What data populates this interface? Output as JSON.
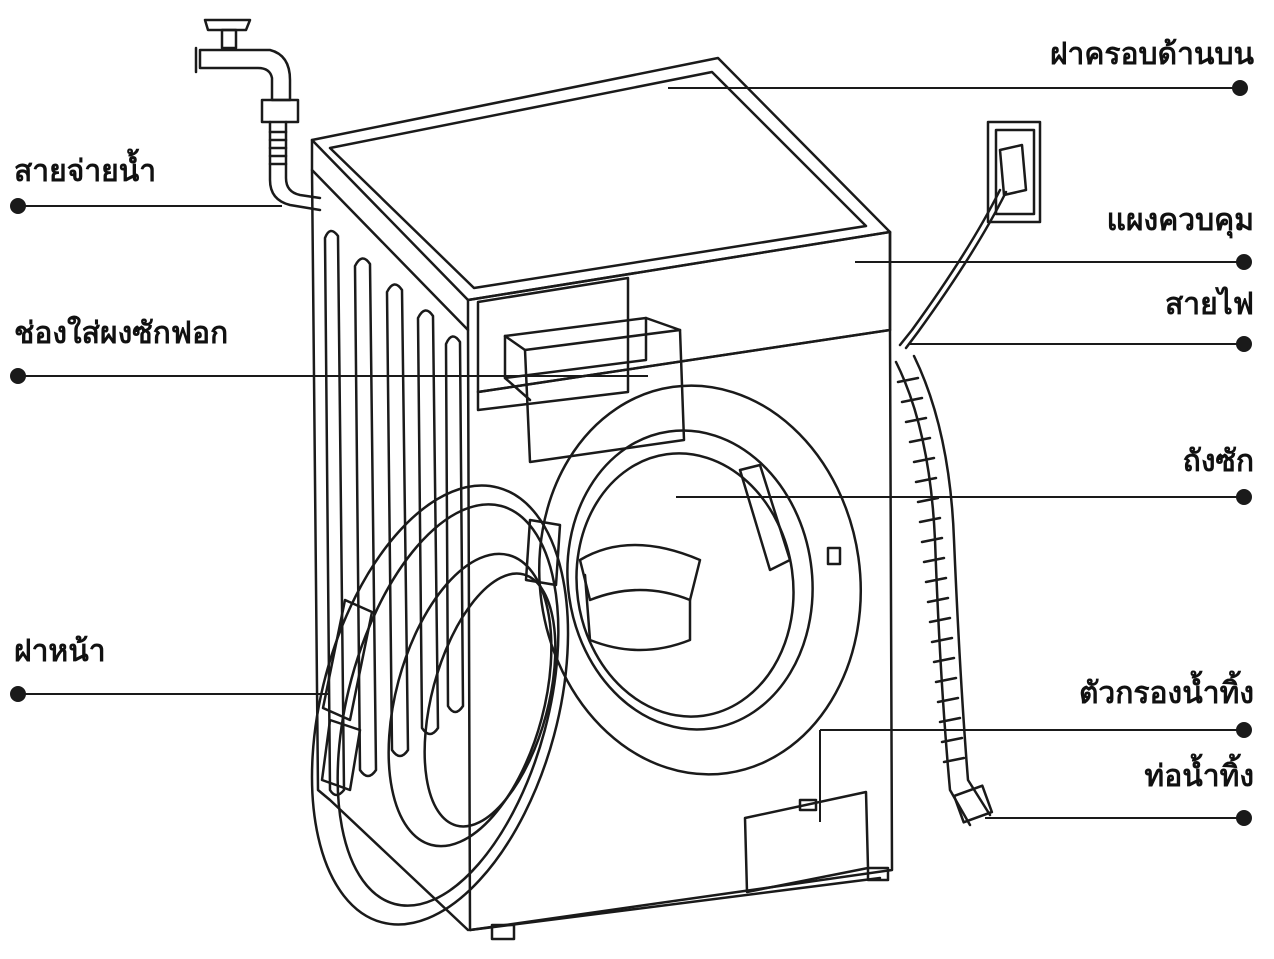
{
  "colors": {
    "line": "#1a1a1a",
    "background": "#ffffff",
    "text": "#111111"
  },
  "labels": {
    "top_cover": "ฝาครอบด้านบน",
    "water_inlet_hose": "สายจ่ายน้ำ",
    "control_panel": "แผงควบคุม",
    "power_cord": "สายไฟ",
    "detergent_drawer": "ช่องใส่ผงซักฟอก",
    "drum": "ถังซัก",
    "front_door": "ฝาหน้า",
    "drain_filter": "ตัวกรองน้ำทิ้ง",
    "drain_hose": "ท่อน้ำทิ้ง"
  }
}
